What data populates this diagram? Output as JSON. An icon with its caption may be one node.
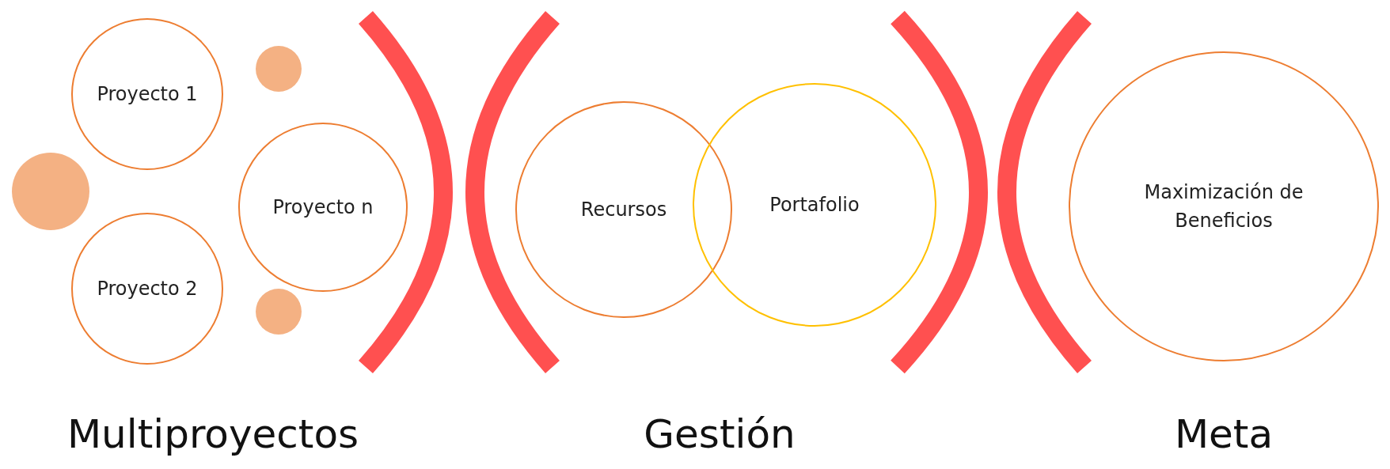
{
  "diagram": {
    "nodes": [
      {
        "text": [
          "Proyecto 1"
        ]
      },
      {
        "text": [],
        "shape": "circle"
      },
      {
        "text": [],
        "shape": "circle"
      },
      {
        "text": [
          "Proyecto n"
        ]
      },
      {
        "text": [
          "Proyecto 2"
        ]
      },
      {
        "text": [],
        "shape": "circle"
      },
      {
        "text": [
          "Recursos"
        ]
      },
      {
        "text": [
          "Portafolio"
        ]
      },
      {
        "text": [
          "Maximización de Beneficios"
        ]
      }
    ],
    "labels": [
      "Multiproyectos",
      "Gestión",
      "Meta"
    ]
  }
}
